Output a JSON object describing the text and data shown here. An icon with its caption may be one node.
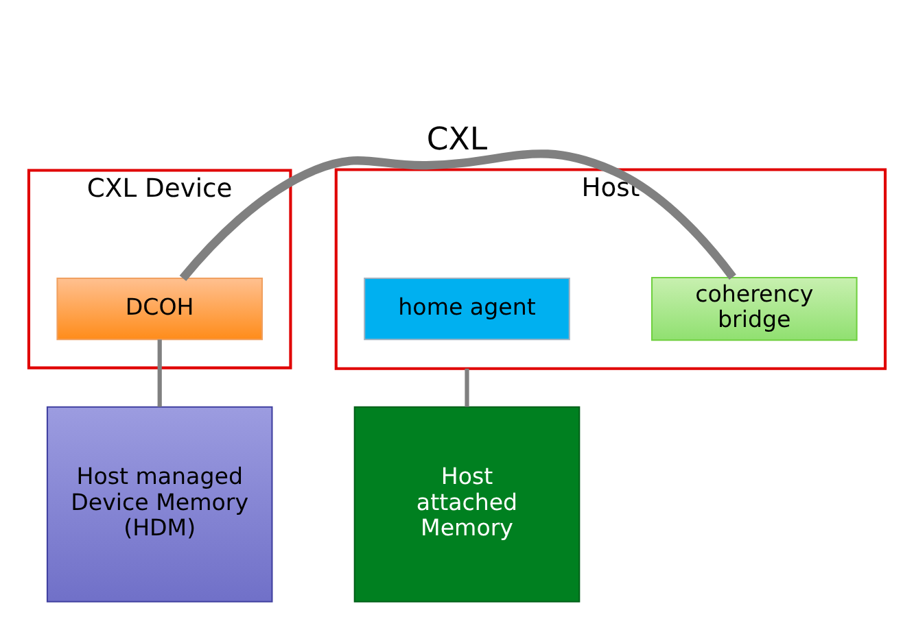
{
  "diagram": {
    "nodes": [
      {
        "text": [
          "CXL Device"
        ]
      },
      {
        "text": [
          "DCOH"
        ],
        "in": 0
      },
      {
        "text": [
          "Host"
        ]
      },
      {
        "text": [
          "coherency bridge"
        ],
        "in": 2
      },
      {
        "text": [
          "home agent"
        ],
        "in": 2
      },
      {
        "text": [
          "Host managed Device Memory (HDM)"
        ]
      },
      {
        "text": [
          "Host attached Memory"
        ]
      }
    ],
    "edges": [
      {
        "from": 1,
        "to": 3,
        "arrow": "none",
        "label": "CXL",
        "style": "thick"
      },
      {
        "from": 1,
        "to": 5,
        "arrow": "none"
      },
      {
        "from": 2,
        "to": 6,
        "arrow": "none"
      }
    ]
  }
}
